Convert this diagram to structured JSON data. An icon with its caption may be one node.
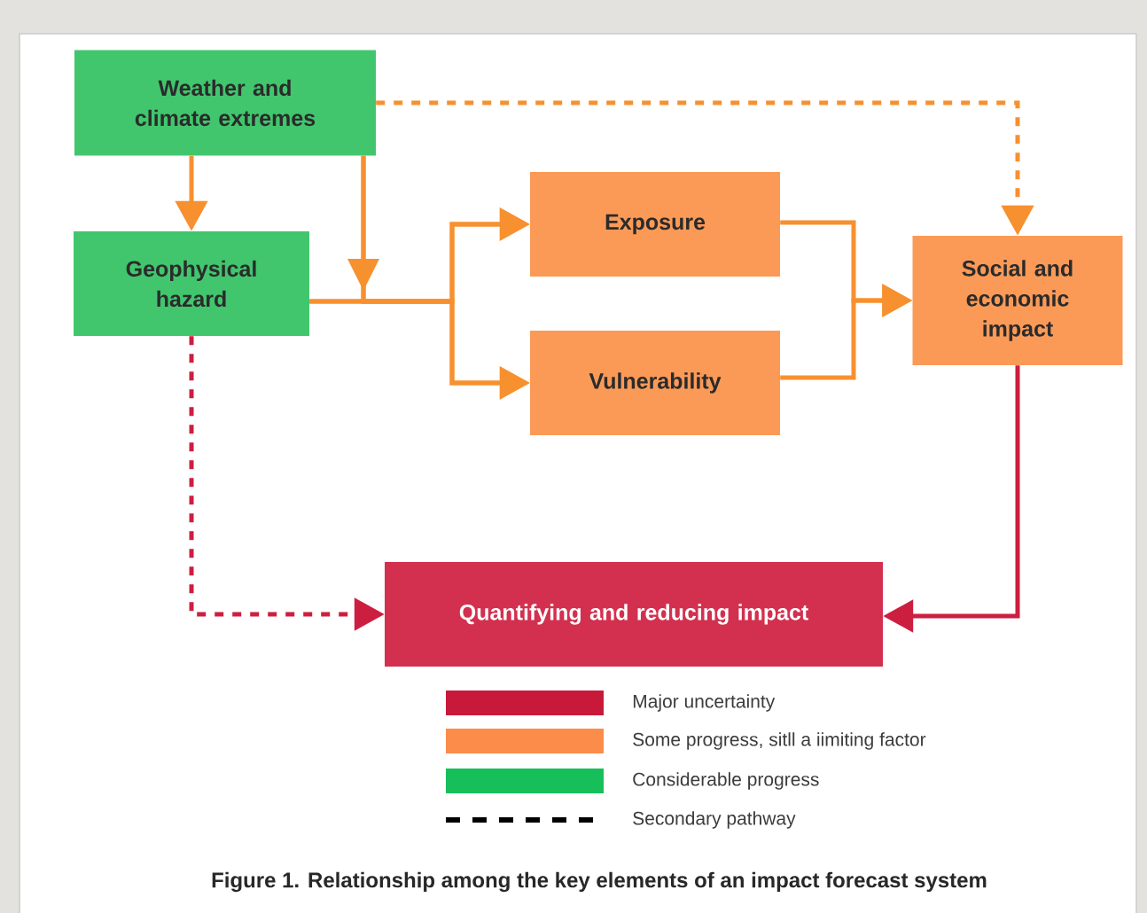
{
  "diagram": {
    "caption": "Figure 1. Relationship among the key elements of an impact forecast system",
    "nodes": [
      {
        "text": [
          "Weather and climate extremes"
        ]
      },
      {
        "text": [
          "Geophysical hazard"
        ]
      },
      {
        "text": [
          "Exposure"
        ]
      },
      {
        "text": [
          "Vulnerability"
        ]
      },
      {
        "text": [
          "Social and economic impact"
        ]
      },
      {
        "text": [
          "Quantifying and reducing impact"
        ]
      }
    ],
    "edges": [
      {
        "from": 0,
        "to": 1,
        "arrow": "to"
      },
      {
        "from": 0,
        "to": 2,
        "arrow": "to"
      },
      {
        "from": 0,
        "to": 3,
        "arrow": "to"
      },
      {
        "from": 1,
        "to": 2,
        "arrow": "to"
      },
      {
        "from": 1,
        "to": 3,
        "arrow": "to"
      },
      {
        "from": 2,
        "to": 4,
        "arrow": "to"
      },
      {
        "from": 3,
        "to": 4,
        "arrow": "to"
      },
      {
        "from": 0,
        "to": 4,
        "arrow": "to",
        "style": "dashed"
      },
      {
        "from": 1,
        "to": 5,
        "arrow": "to",
        "style": "dashed",
        "color": "#cc1f40"
      },
      {
        "from": 4,
        "to": 5,
        "arrow": "to",
        "color": "#cc1f40"
      }
    ],
    "legend": [
      {
        "text": "Major uncertainty",
        "color": "#c8193a"
      },
      {
        "text": "Some progress, sitll a iimiting factor",
        "color": "#fb8c4a"
      },
      {
        "text": "Considerable progress",
        "color": "#17bf5a"
      },
      {
        "text": "Secondary pathway"
      }
    ]
  }
}
